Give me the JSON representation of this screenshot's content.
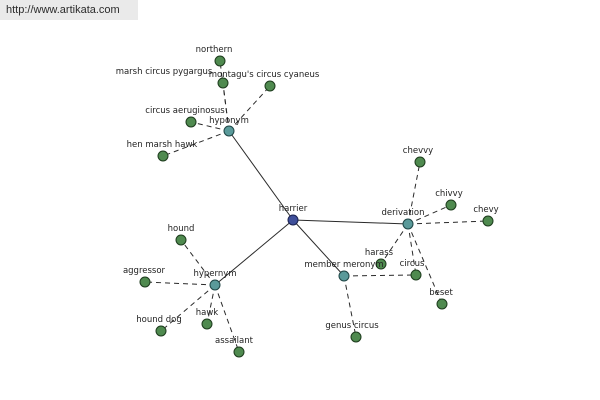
{
  "watermark": "http://www.artikata.com",
  "colors": {
    "leaf": "#4f8a4f",
    "hub": "#5a9a9a",
    "root": "#3f4f9a"
  },
  "nodes": [
    {
      "id": "harrier",
      "label": "harrier",
      "kind": "root"
    },
    {
      "id": "hyponym",
      "label": "hyponym",
      "kind": "hub"
    },
    {
      "id": "derivation",
      "label": "derivation",
      "kind": "hub"
    },
    {
      "id": "hypernym",
      "label": "hypernym",
      "kind": "hub"
    },
    {
      "id": "member-meronym",
      "label": "member meronym",
      "kind": "hub"
    },
    {
      "id": "northern",
      "label": "northern",
      "kind": "leaf"
    },
    {
      "id": "marsh-circus-pygargus",
      "label": "marsh circus pygargus",
      "kind": "leaf"
    },
    {
      "id": "montagus-circus-cyaneus",
      "label": "montagu's circus cyaneus",
      "kind": "leaf"
    },
    {
      "id": "circus-aeruginosus",
      "label": "circus aeruginosus",
      "kind": "leaf"
    },
    {
      "id": "hen-marsh-hawk",
      "label": "hen marsh hawk",
      "kind": "leaf"
    },
    {
      "id": "chevvy",
      "label": "chevvy",
      "kind": "leaf"
    },
    {
      "id": "chivvy",
      "label": "chivvy",
      "kind": "leaf"
    },
    {
      "id": "chevy",
      "label": "chevy",
      "kind": "leaf"
    },
    {
      "id": "harass",
      "label": "harass",
      "kind": "leaf"
    },
    {
      "id": "circus",
      "label": "circus",
      "kind": "leaf"
    },
    {
      "id": "beset",
      "label": "beset",
      "kind": "leaf"
    },
    {
      "id": "hound",
      "label": "hound",
      "kind": "leaf"
    },
    {
      "id": "aggressor",
      "label": "aggressor",
      "kind": "leaf"
    },
    {
      "id": "hound-dog",
      "label": "hound dog",
      "kind": "leaf"
    },
    {
      "id": "hawk",
      "label": "hawk",
      "kind": "leaf"
    },
    {
      "id": "assailant",
      "label": "assailant",
      "kind": "leaf"
    },
    {
      "id": "genus-circus",
      "label": "genus circus",
      "kind": "leaf"
    }
  ],
  "edges": [
    {
      "from": "harrier",
      "to": "hyponym",
      "style": "solid"
    },
    {
      "from": "harrier",
      "to": "derivation",
      "style": "solid"
    },
    {
      "from": "harrier",
      "to": "hypernym",
      "style": "solid"
    },
    {
      "from": "harrier",
      "to": "member-meronym",
      "style": "solid"
    },
    {
      "from": "hyponym",
      "to": "northern",
      "style": "dashed"
    },
    {
      "from": "hyponym",
      "to": "marsh-circus-pygargus",
      "style": "dashed"
    },
    {
      "from": "hyponym",
      "to": "montagus-circus-cyaneus",
      "style": "dashed"
    },
    {
      "from": "hyponym",
      "to": "circus-aeruginosus",
      "style": "dashed"
    },
    {
      "from": "hyponym",
      "to": "hen-marsh-hawk",
      "style": "dashed"
    },
    {
      "from": "derivation",
      "to": "chevvy",
      "style": "dashed"
    },
    {
      "from": "derivation",
      "to": "chivvy",
      "style": "dashed"
    },
    {
      "from": "derivation",
      "to": "chevy",
      "style": "dashed"
    },
    {
      "from": "derivation",
      "to": "harass",
      "style": "dashed"
    },
    {
      "from": "derivation",
      "to": "circus",
      "style": "dashed"
    },
    {
      "from": "derivation",
      "to": "beset",
      "style": "dashed"
    },
    {
      "from": "hypernym",
      "to": "hound",
      "style": "dashed"
    },
    {
      "from": "hypernym",
      "to": "aggressor",
      "style": "dashed"
    },
    {
      "from": "hypernym",
      "to": "hound-dog",
      "style": "dashed"
    },
    {
      "from": "hypernym",
      "to": "hawk",
      "style": "dashed"
    },
    {
      "from": "hypernym",
      "to": "assailant",
      "style": "dashed"
    },
    {
      "from": "member-meronym",
      "to": "circus",
      "style": "dashed"
    },
    {
      "from": "member-meronym",
      "to": "genus-circus",
      "style": "dashed"
    }
  ]
}
